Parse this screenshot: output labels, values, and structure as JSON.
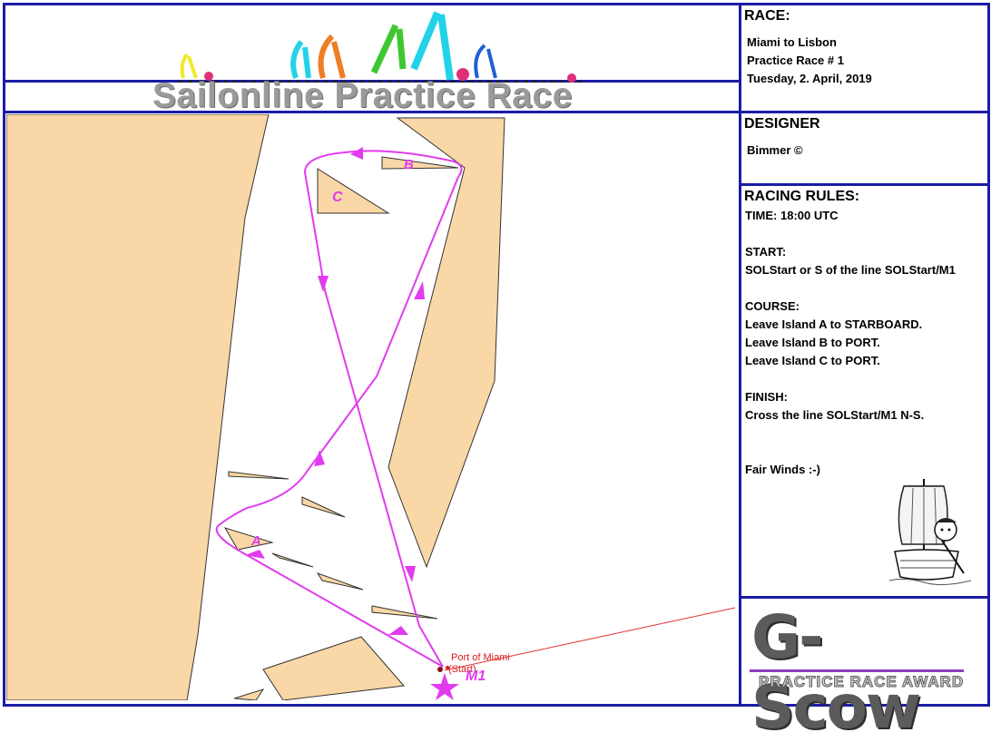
{
  "header": {
    "title": "Sailonline Practice Race"
  },
  "race_panel": {
    "heading": "RACE:",
    "lines": [
      "Miami to Lisbon",
      "Practice Race # 1",
      "Tuesday, 2. April, 2019"
    ]
  },
  "designer_panel": {
    "heading": "DESIGNER",
    "name": "Bimmer ©"
  },
  "rules_panel": {
    "heading": "RACING RULES:",
    "time": "TIME: 18:00 UTC",
    "start_label": "START:",
    "start_text": "SOLStart or S of the line SOLStart/M1",
    "course_label": "COURSE:",
    "course_lines": [
      "Leave Island A to STARBOARD.",
      "Leave Island B to PORT.",
      "Leave Island C to PORT."
    ],
    "finish_label": "FINISH:",
    "finish_text": "Cross the line SOLStart/M1 N-S.",
    "closing": "Fair Winds :-)"
  },
  "award": {
    "big": "G-Scow",
    "small": "PRACTICE RACE AWARD"
  },
  "map": {
    "islands": {
      "a": "A",
      "b": "B",
      "c": "C"
    },
    "port_label": "Port of Miami",
    "port_sub": "(Start)",
    "mark_label": "M1",
    "colors": {
      "land": "#fad7a6",
      "route": "#e23bef",
      "mark": "#e23bef",
      "port": "#d81b1b",
      "frame": "#1c1ca6"
    }
  }
}
